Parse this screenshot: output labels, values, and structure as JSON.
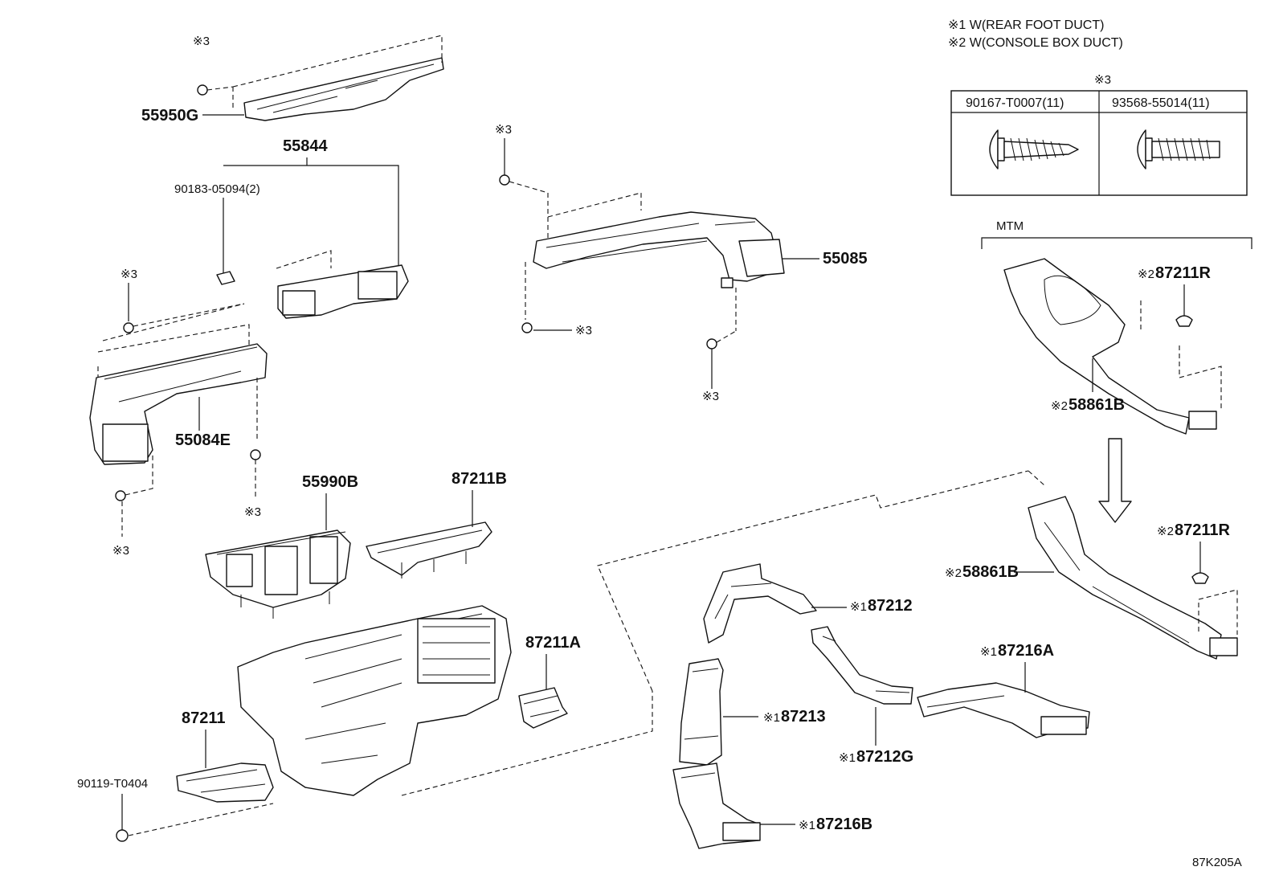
{
  "notes": {
    "note1": "※1 W(REAR FOOT DUCT)",
    "note2": "※2 W(CONSOLE BOX DUCT)"
  },
  "screw_table": {
    "title": "※3",
    "col1": "90167-T0007(11)",
    "col2": "93568-55014(11)"
  },
  "mtm_label": "MTM",
  "ref3": "※3",
  "labels": {
    "p55950G": "55950G",
    "p55844": "55844",
    "p90183": "90183-05094(2)",
    "p55084E": "55084E",
    "p55085": "55085",
    "p55990B": "55990B",
    "p87211B": "87211B",
    "p87211A": "87211A",
    "p87211": "87211",
    "p90119": "90119-T0404",
    "p87211R_top": "87211R",
    "p58861B_top": "58861B",
    "p87211R_bot": "87211R",
    "p58861B_bot": "58861B",
    "p87212": "87212",
    "p87216A": "87216A",
    "p87213": "87213",
    "p87212G": "87212G",
    "p87216B": "87216B",
    "pre1": "※1",
    "pre2": "※2"
  },
  "diagram_code": "87K205A",
  "colors": {
    "line": "#111111",
    "background": "#ffffff"
  }
}
